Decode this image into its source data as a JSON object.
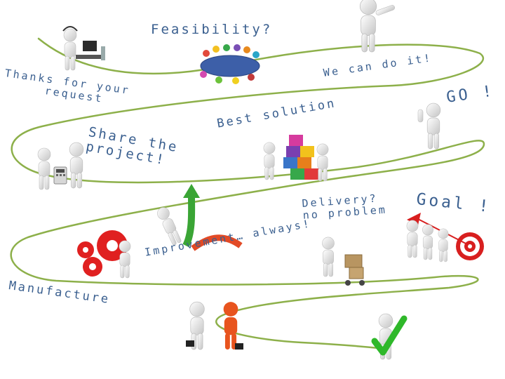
{
  "labels": {
    "feasibility": "Feasibility?",
    "thanks_line1": "Thanks for your",
    "thanks_line2": "request",
    "we_can": "We can do it!",
    "go": "GO !",
    "best_solution": "Best solution",
    "share_line1": "Share the",
    "share_line2": "project!",
    "delivery_line1": "Delivery?",
    "delivery_line2": "no problem",
    "goal": "Goal !",
    "improvement": "Improvement… always!",
    "manufacture": "Manufacture"
  },
  "colors": {
    "text": "#3a5f8f",
    "path": "#8db04a",
    "figure": "#dcdcdc",
    "gear": "#e02020",
    "arrow_green": "#3aa535",
    "check": "#2fb82a",
    "target": "#d81f1f",
    "partner": "#e8541e"
  },
  "icons": [
    "call-center-figure-icon",
    "meeting-table-icon",
    "presenting-figure-icon",
    "thumbs-up-figure-icon",
    "calculator-figures-icon",
    "puzzle-figures-icon",
    "gear-pushing-figure-icon",
    "rising-arrow-figure-icon",
    "delivery-cart-figure-icon",
    "target-dart-figures-icon",
    "handshake-figures-icon",
    "checkmark-figure-icon"
  ]
}
